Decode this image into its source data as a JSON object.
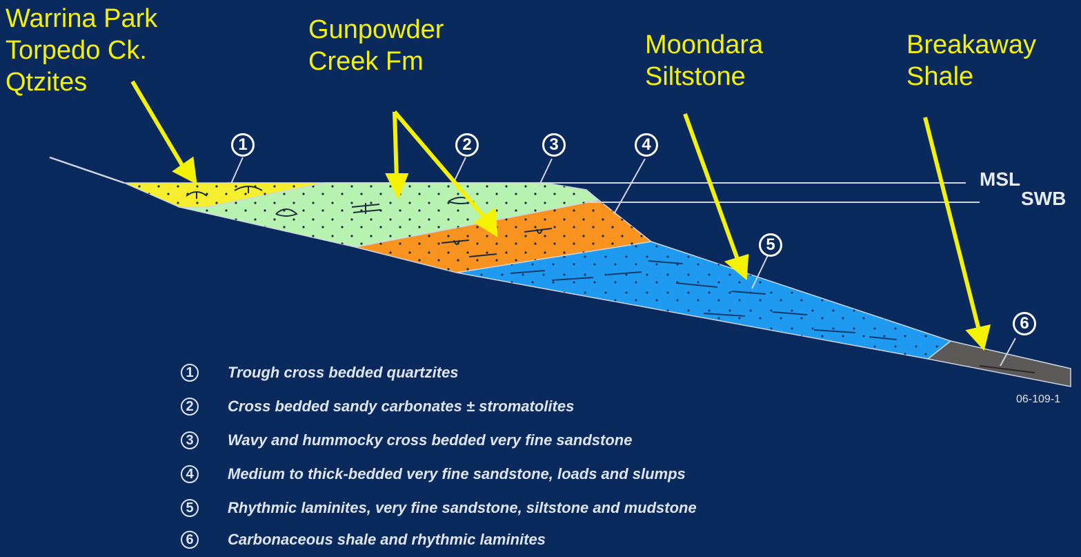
{
  "callouts": {
    "warrina": [
      "Warrina Park",
      "Torpedo Ck.",
      "Qtzites"
    ],
    "gunpowder": [
      "Gunpowder",
      "Creek Fm"
    ],
    "moondara": [
      "Moondara",
      "Siltstone"
    ],
    "breakaway": [
      "Breakaway",
      "Shale"
    ]
  },
  "markers": [
    "1",
    "2",
    "3",
    "4",
    "5",
    "6"
  ],
  "levels": {
    "msl": "MSL",
    "swb": "SWB"
  },
  "legend": [
    {
      "num": "1",
      "text": "Trough cross bedded quartzites"
    },
    {
      "num": "2",
      "text": "Cross bedded sandy carbonates ± stromatolites"
    },
    {
      "num": "3",
      "text": "Wavy and hummocky cross bedded very fine sandstone"
    },
    {
      "num": "4",
      "text": "Medium to thick-bedded very fine sandstone, loads and slumps"
    },
    {
      "num": "5",
      "text": "Rhythmic laminites, very fine sandstone, siltstone and mudstone"
    },
    {
      "num": "6",
      "text": "Carbonaceous shale and rhythmic laminites"
    }
  ],
  "figure_id": "06-109-1",
  "colors": {
    "background": "#0a2a5e",
    "callout": "#f5f200",
    "facies_1": "#f4ee2e",
    "facies_2_3": "#b8f2b0",
    "facies_4": "#f7931e",
    "facies_5": "#1e9bf0",
    "facies_6": "#5c5a58"
  }
}
